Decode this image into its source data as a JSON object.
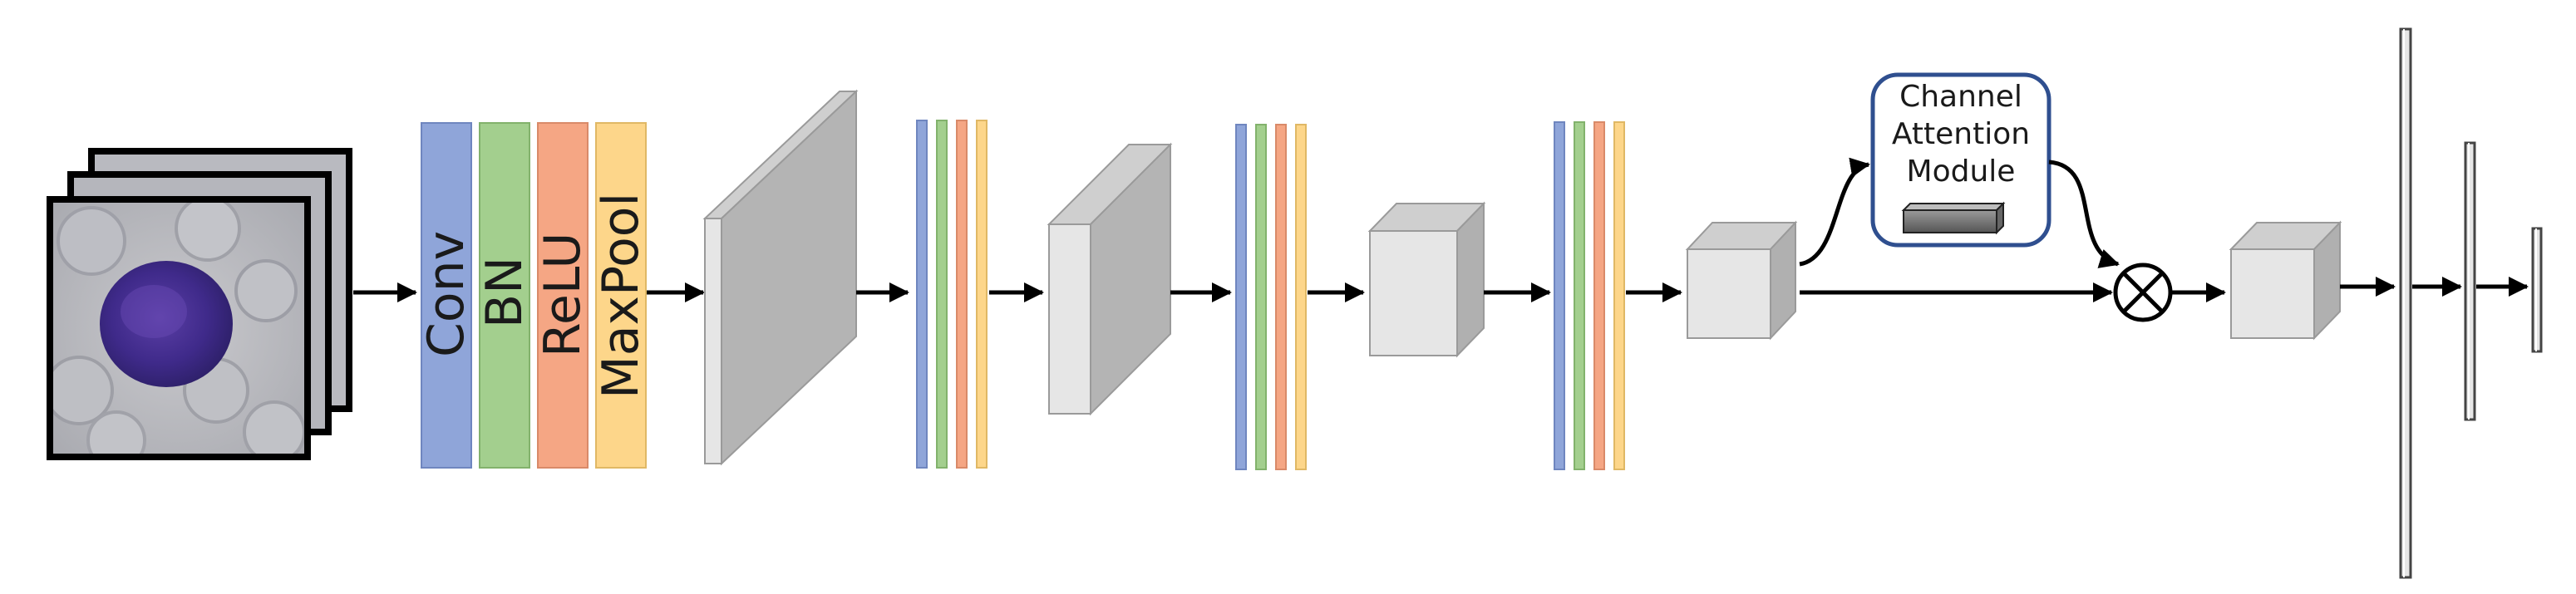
{
  "diagram": {
    "layer_labels": {
      "conv": "Conv",
      "bn": "BN",
      "relu": "ReLU",
      "maxpool": "MaxPool"
    },
    "attention_module": {
      "line1": "Channel",
      "line2": "Attention",
      "line3": "Module"
    },
    "colors": {
      "conv": "#8fa5d9",
      "bn": "#a3cf8e",
      "relu": "#f5a684",
      "maxpool": "#fdd68a",
      "block_face": "#e4e4e4",
      "block_side": "#a8a8a8",
      "block_top": "#cfcfcf",
      "attention_border": "#2f4f8f"
    }
  }
}
